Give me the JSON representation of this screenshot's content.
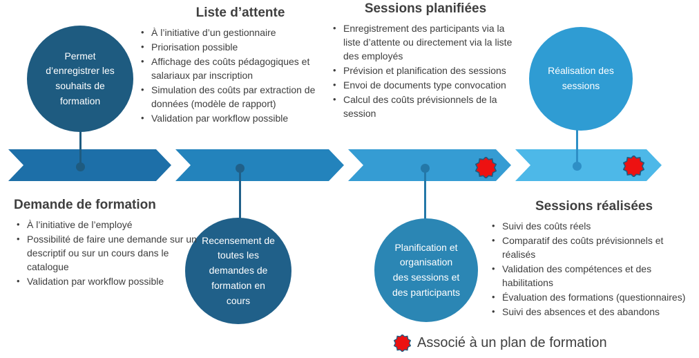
{
  "palette": {
    "segment1": "#1D6FA8",
    "segment2": "#2383BC",
    "segment3": "#359CD3",
    "segment4": "#4DB8E8",
    "circle1": "#1E5B80",
    "circle2": "#206089",
    "circle3": "#2B86B4",
    "circle4": "#2F9CD3",
    "stem1": "#1E5B80",
    "stem2": "#206089",
    "stem3": "#2478A8",
    "stem4": "#2E8FC6",
    "heading_text": "#3F3F3F",
    "body_text": "#3D3D3D",
    "badge_red": "#ED1111",
    "badge_outline": "#1E5B80"
  },
  "circles": [
    {
      "label": "Permet d’enregistrer les souhaits de formation"
    },
    {
      "label": "Recensement de toutes les demandes de formation en cours"
    },
    {
      "label": "Planification et organisation des sessions et des participants"
    },
    {
      "label": "Réalisation des sessions"
    }
  ],
  "sections": {
    "liste_attente": {
      "title": "Liste d’attente",
      "bullets": [
        "À l’initiative d’un gestionnaire",
        "Priorisation possible",
        "Affichage des coûts pédagogiques et salariaux par inscription",
        "Simulation des coûts par extraction de données (modèle de rapport)",
        "Validation par workflow possible"
      ]
    },
    "sessions_planifiees": {
      "title": "Sessions planifiées",
      "bullets": [
        "Enregistrement des participants via la liste d’attente ou directement via la liste des employés",
        "Prévision et planification des sessions",
        "Envoi de documents type convocation",
        "Calcul des coûts prévisionnels de la session"
      ]
    },
    "demande_formation": {
      "title": "Demande de formation",
      "bullets": [
        "À l’initiative de l’employé",
        "Possibilité de faire une demande sur un descriptif ou sur un cours dans le catalogue",
        "Validation par workflow possible"
      ]
    },
    "sessions_realisees": {
      "title": "Sessions réalisées",
      "bullets": [
        "Suivi des coûts réels",
        "Comparatif des coûts prévisionnels et réalisés",
        "Validation des compétences et des habilitations",
        "Évaluation des formations (questionnaires)",
        "Suivi des absences et des abandons"
      ]
    }
  },
  "legend": {
    "icon": "plan-seal-badge-icon",
    "label": "Associé à un plan de formation"
  }
}
